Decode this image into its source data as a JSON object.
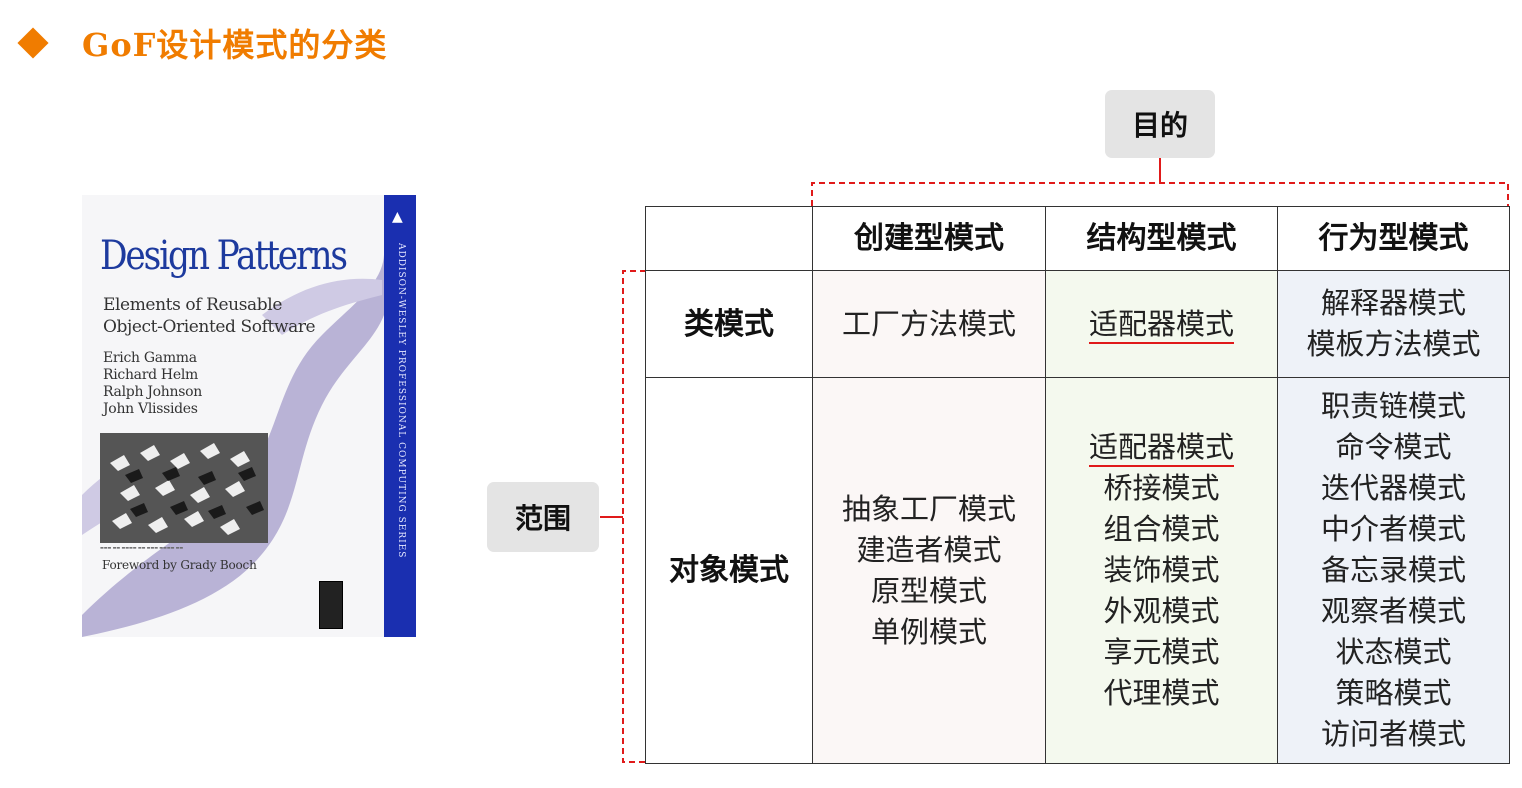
{
  "heading": {
    "title": "GoF设计模式的分类",
    "accent_color": "#f07c00"
  },
  "book": {
    "title": "Design Patterns",
    "subtitle_line1": "Elements of Reusable",
    "subtitle_line2": "Object-Oriented Software",
    "authors": [
      "Erich Gamma",
      "Richard Helm",
      "Ralph Johnson",
      "John Vlissides"
    ],
    "foreword": "Foreword by Grady Booch",
    "spine_text": "ADDISON-WESLEY PROFESSIONAL COMPUTING SERIES",
    "spine_color": "#1a2fb0"
  },
  "labels": {
    "purpose": "目的",
    "scope": "范围"
  },
  "table": {
    "headers": [
      "",
      "创建型模式",
      "结构型模式",
      "行为型模式"
    ],
    "class_row": {
      "label": "类模式",
      "creational": [
        "工厂方法模式"
      ],
      "structural": [
        "适配器模式"
      ],
      "behavioral": [
        "解释器模式",
        "模板方法模式"
      ]
    },
    "object_row": {
      "label": "对象模式",
      "creational": [
        "抽象工厂模式",
        "建造者模式",
        "原型模式",
        "单例模式"
      ],
      "structural": [
        "适配器模式",
        "桥接模式",
        "组合模式",
        "装饰模式",
        "外观模式",
        "享元模式",
        "代理模式"
      ],
      "behavioral": [
        "职责链模式",
        "命令模式",
        "迭代器模式",
        "中介者模式",
        "备忘录模式",
        "观察者模式",
        "状态模式",
        "策略模式",
        "访问者模式"
      ]
    }
  },
  "colors": {
    "bracket": "#e01a1a",
    "creational_bg": "#fbf7f6",
    "structural_bg": "#f4f9ee",
    "behavioral_bg": "#eef2f8"
  }
}
